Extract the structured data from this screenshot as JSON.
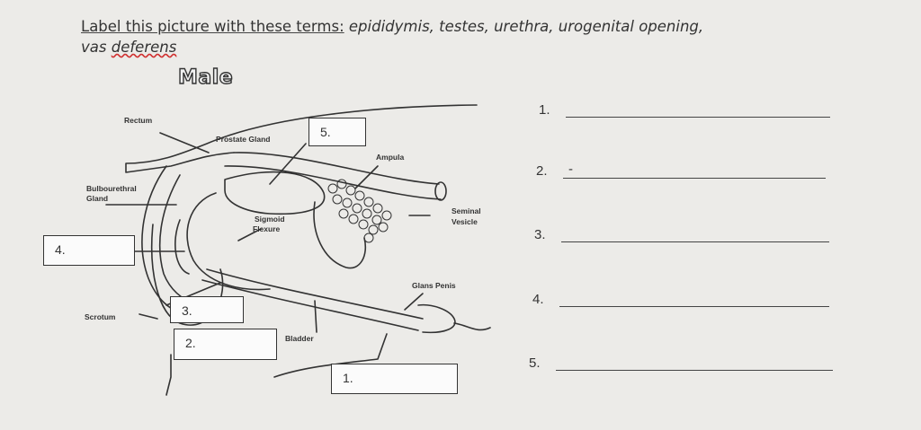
{
  "instruction": {
    "prefix": "Label this picture with these terms:",
    "terms": "epididymis, testes, urethra, urogenital opening,",
    "line2_a": "vas",
    "line2_b": "deferens"
  },
  "title": "Male",
  "diagram_labels": {
    "rectum": "Rectum",
    "prostate": "Prostate Gland",
    "ampula": "Ampula",
    "bulbo1": "Bulbourethral",
    "bulbo2": "Gland",
    "sigmoid1": "Sigmoid",
    "sigmoid2": "Flexure",
    "seminal1": "Seminal",
    "seminal2": "Vesicle",
    "glans": "Glans Penis",
    "scrotum": "Scrotum",
    "bladder": "Bladder"
  },
  "label_boxes": {
    "b5": "5.",
    "b4": "4.",
    "b3": "3.",
    "b2": "2.",
    "b1": "1."
  },
  "answers": [
    {
      "num": "1.",
      "mark": ""
    },
    {
      "num": "2.",
      "mark": "-"
    },
    {
      "num": "3.",
      "mark": ""
    },
    {
      "num": "4.",
      "mark": ""
    },
    {
      "num": "5.",
      "mark": ""
    }
  ],
  "colors": {
    "ink": "#333333",
    "paper": "#ecebe8",
    "box": "#fbfbfb"
  }
}
